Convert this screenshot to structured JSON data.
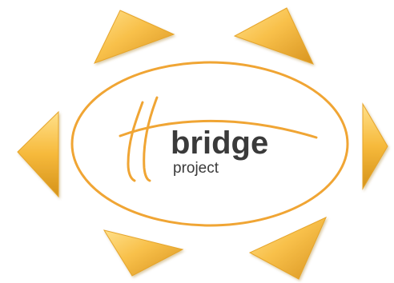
{
  "logo": {
    "word_main": "bridge",
    "word_sub": "project"
  },
  "colors": {
    "background": "#ffffff",
    "ring": "#f0a534",
    "arch": "#f0a534",
    "text": "#3a3a3a",
    "ray_light": "#ffd873",
    "ray_mid": "#f6b93b",
    "ray_dark": "#d4921a"
  },
  "icons": {
    "rays": "sun-ray-triangles",
    "mark": "bridge-arch-mark"
  }
}
